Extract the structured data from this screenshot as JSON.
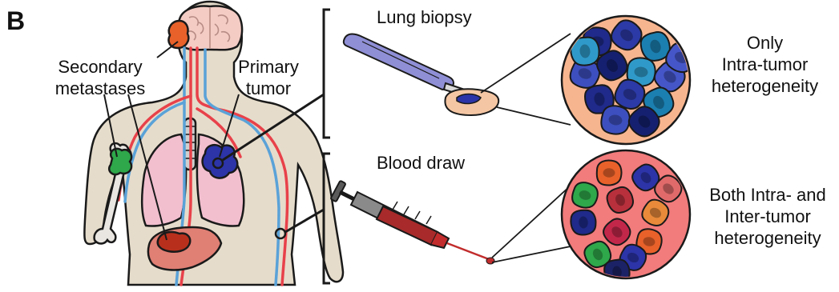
{
  "figure": {
    "panel_letter": "B",
    "body": {
      "secondary_metastases": [
        "Secondary",
        "metastases"
      ],
      "primary_tumor": [
        "Primary",
        "tumor"
      ]
    },
    "biopsy": {
      "title": "Lung biopsy",
      "result": [
        "Only",
        "Intra-tumor",
        "heterogeneity"
      ]
    },
    "blood": {
      "title": "Blood draw",
      "result": [
        "Both Intra- and",
        "Inter-tumor",
        "heterogeneity"
      ]
    }
  },
  "colors": {
    "skin": "#e6dccb",
    "outline": "#1a1a1a",
    "lung": "#f2bfcf",
    "artery": "#e8414a",
    "vein": "#5aa2d8",
    "brain": "#f4ccc4",
    "primary_tumor": "#2c34a8",
    "metastasis_green": "#2ea84a",
    "metastasis_orange": "#e8612a",
    "liver": "#e07f74",
    "scalpel_blade": "#8f8fd6",
    "tissue": "#f5c6a3",
    "biopsy_disc": "#f7b58f",
    "blood_disc": "#f27b7b",
    "syringe_barrel": "#a82a2a",
    "needle": "#c22c2c"
  }
}
